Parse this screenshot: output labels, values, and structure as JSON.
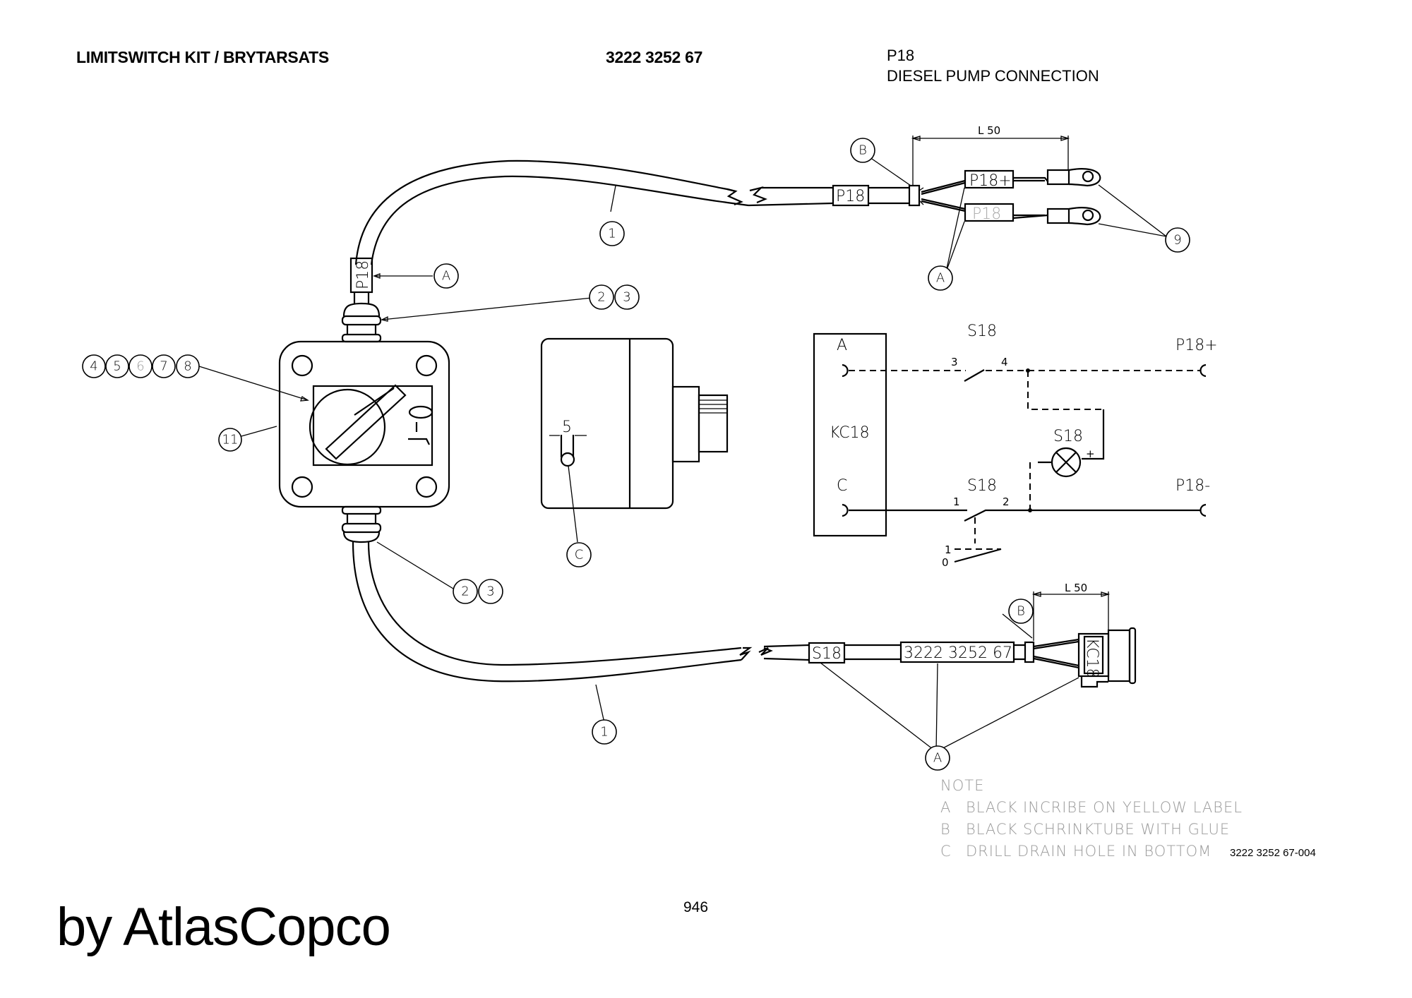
{
  "header": {
    "title": "LIMITSWITCH KIT / BRYTARSATS",
    "part_number": "3222 3252 67",
    "circuit_id": "P18",
    "circuit_name": "DIESEL PUMP CONNECTION"
  },
  "top_harness": {
    "dimension": "L 50",
    "cable_label": "P18",
    "wire_labels": [
      "P18+",
      "P18"
    ],
    "gland_label": "P18",
    "callouts": {
      "cable": "1",
      "label": "A",
      "shrink": "B",
      "terminals": "9",
      "wire_labels": "A",
      "gland": [
        "2",
        "3"
      ]
    }
  },
  "enclosure": {
    "callouts_switch": [
      "4",
      "5",
      "6",
      "7",
      "8"
    ],
    "callout_housing": "11",
    "switch_positions": [
      "0",
      "1"
    ]
  },
  "side_view": {
    "hole_dimension": "5",
    "callout_hole": "C"
  },
  "schematic": {
    "connector": "KC18",
    "pin_top": "A",
    "pin_bottom": "C",
    "switch_top": "S18",
    "switch_top_contacts": [
      "3",
      "4"
    ],
    "lamp": "S18",
    "lamp_polarity": "+",
    "switch_bottom": "S18",
    "switch_bottom_contacts": [
      "1",
      "2"
    ],
    "actuator_positions": [
      "1",
      "0"
    ],
    "out_top": "P18+",
    "out_bottom": "P18-"
  },
  "bottom_harness": {
    "dimension": "L 50",
    "cable_label": "S18",
    "part_label": "3222 3252 67",
    "connector_label": "KC18",
    "callouts": {
      "cable": "1",
      "gland": [
        "2",
        "3"
      ],
      "shrink": "B",
      "labels": "A"
    }
  },
  "notes": {
    "heading": "NOTE",
    "items": [
      {
        "key": "A",
        "text": "BLACK INCRIBE ON YELLOW LABEL"
      },
      {
        "key": "B",
        "text": "BLACK SCHRINKTUBE WITH GLUE"
      },
      {
        "key": "C",
        "text": "DRILL DRAIN HOLE IN BOTTOM"
      }
    ]
  },
  "footer": {
    "drawing_ref": "3222 3252 67-004",
    "page_number": "946",
    "brand": "by AtlasCopco"
  }
}
